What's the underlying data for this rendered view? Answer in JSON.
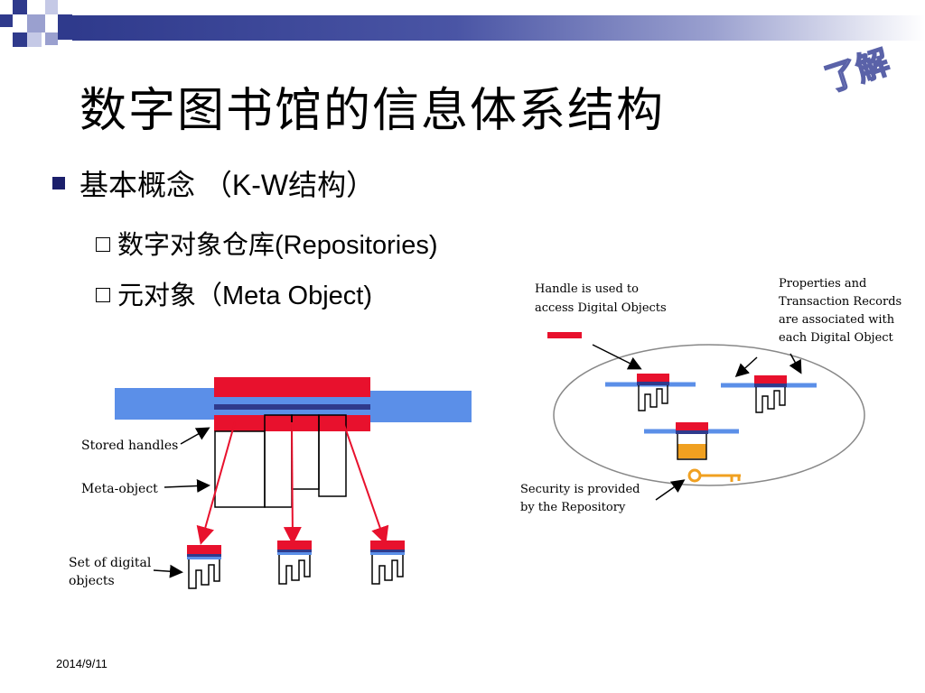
{
  "slide": {
    "title": "数字图书馆的信息体系结构",
    "stamp": "了解",
    "bullet": "基本概念 （K-W结构）",
    "sub_items": [
      "数字对象仓库(Repositories)",
      "元对象（Meta Object)"
    ],
    "date": "2014/9/11"
  },
  "left_diagram": {
    "labels": {
      "stored_handles": "Stored handles",
      "meta_object": "Meta-object",
      "set_of_objects_line1": "Set of digital",
      "set_of_objects_line2": "objects"
    }
  },
  "right_diagram": {
    "labels": {
      "handle_line1": "Handle is used to",
      "handle_line2": "access Digital Objects",
      "props_line1": "Properties and",
      "props_line2": "Transaction Records",
      "props_line3": "are associated with",
      "props_line4": "each Digital Object",
      "security_line1": "Security is provided",
      "security_line2": "by the Repository"
    }
  },
  "colors": {
    "accent_navy": "#2f3a8c",
    "handle_red": "#e8112d",
    "band_blue": "#5b8fe8",
    "key_orange": "#f0a020"
  }
}
